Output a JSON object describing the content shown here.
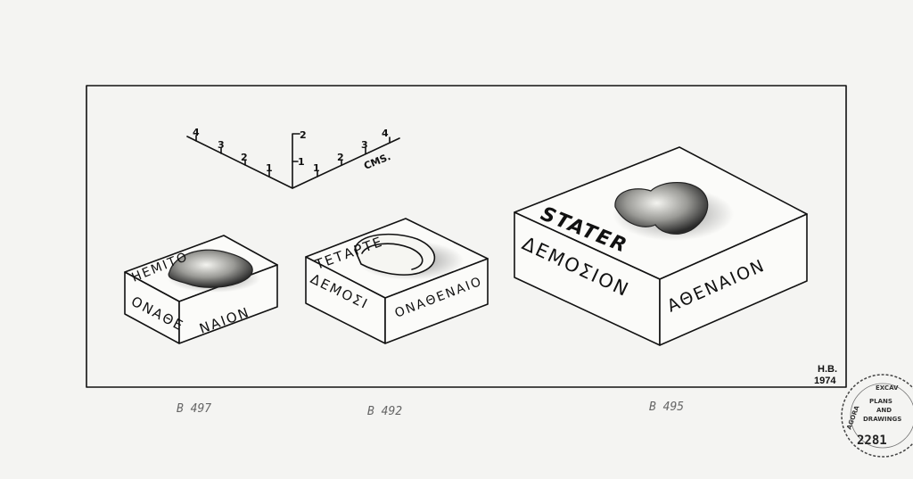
{
  "scale": {
    "left_ticks": [
      "4",
      "3",
      "2",
      "1"
    ],
    "right_ticks": [
      "1",
      "2",
      "3",
      "4"
    ],
    "vertical_ticks": [
      "2",
      "1"
    ],
    "unit": "CMS."
  },
  "weights": [
    {
      "top_inscription": "ΗΕΜΙΤΟ",
      "left_inscription": "ΟΝΑΘΕ",
      "right_inscription": "ΝΑΙΟΝ",
      "label": "B 497"
    },
    {
      "top_inscription": "ΤΕΤΑΡΤΕ",
      "left_inscription": "ΔΕΜΟΣΙ",
      "right_inscription": "ΟΝΑΘΕΝΑΙΟ",
      "label": "B 492"
    },
    {
      "top_inscription": "STATER",
      "left_inscription": "ΔΕΜΟΣΙΟΝ",
      "right_inscription": "ΑΘΕΝΑΙΟΝ",
      "label": "B 495"
    }
  ],
  "signature": {
    "initials": "H.B.",
    "year": "1974"
  },
  "stamp": {
    "lines": [
      "AGORA",
      "EXCAV",
      "PLANS",
      "AND",
      "DRAWINGS"
    ],
    "number": "2281"
  }
}
